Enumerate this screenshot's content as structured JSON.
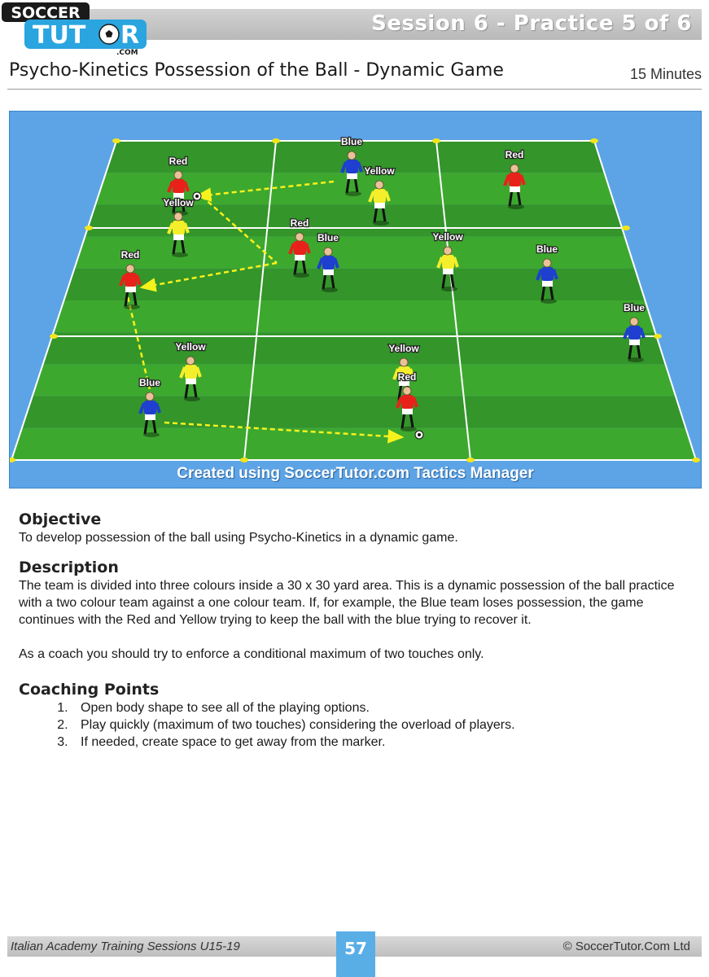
{
  "brand": {
    "logo_top": "SOCCER",
    "logo_main_a": "TUT",
    "logo_main_b": "R",
    "logo_sub": ".COM"
  },
  "header": {
    "session": "Session 6 - Practice 5 of 6",
    "title": "Psycho-Kinetics Possession of the Ball - Dynamic Game",
    "duration": "15 Minutes"
  },
  "diagram": {
    "credit": "Created using SoccerTutor.com Tactics Manager",
    "colors": {
      "red": "#e8211b",
      "blue": "#1e3fd0",
      "yellow": "#f4ef2a",
      "pass_line": "#f6f21c",
      "sky": "#5da4e6"
    },
    "players": [
      {
        "team": "red",
        "label": "Red"
      },
      {
        "team": "blue",
        "label": "Blue"
      },
      {
        "team": "yellow",
        "label": "Yellow"
      },
      {
        "team": "red",
        "label": "Red"
      },
      {
        "team": "yellow",
        "label": "Yellow"
      },
      {
        "team": "red",
        "label": "Red"
      },
      {
        "team": "blue",
        "label": "Blue"
      },
      {
        "team": "yellow",
        "label": "Yellow"
      },
      {
        "team": "red",
        "label": "Red"
      },
      {
        "team": "blue",
        "label": "Blue"
      },
      {
        "team": "blue",
        "label": "Blue"
      },
      {
        "team": "yellow",
        "label": "Yellow"
      },
      {
        "team": "yellow",
        "label": "Yellow"
      },
      {
        "team": "red",
        "label": "Red"
      },
      {
        "team": "blue",
        "label": "Blue"
      }
    ]
  },
  "objective": {
    "heading": "Objective",
    "text": "To develop possession of the ball using Psycho-Kinetics in a dynamic game."
  },
  "description": {
    "heading": "Description",
    "para1": "The team is divided into three colours inside a 30 x 30 yard area. This is a dynamic possession of the ball practice with a two colour team against a one colour team. If, for example, the Blue team loses possession, the game continues with the Red and Yellow trying to keep the ball with the blue trying to recover it.",
    "para2": "As a coach you should try to enforce a conditional maximum of two touches only."
  },
  "coaching": {
    "heading": "Coaching Points",
    "points": [
      "Open body shape to see all of the playing options.",
      "Play quickly (maximum of two touches) considering the overload of players.",
      "If needed, create space to get away from the marker."
    ]
  },
  "footer": {
    "book": "Italian Academy Training Sessions U15-19",
    "page": "57",
    "copyright": "© SoccerTutor.Com Ltd"
  }
}
